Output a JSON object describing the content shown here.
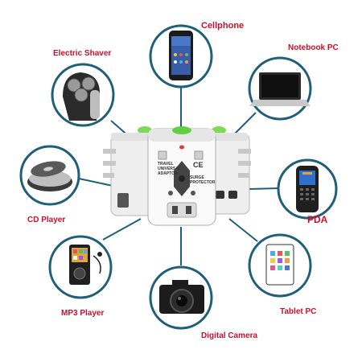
{
  "theme": {
    "accent_color": "#1f5f78",
    "label_color": "#c8102e"
  },
  "product": {
    "lines": [
      "TRAVEL",
      "UNIVERSAL",
      "ADAPTOR"
    ],
    "right_lines": [
      "SURGE",
      "PROTECTOR"
    ],
    "ce_mark": "CE"
  },
  "devices": [
    {
      "key": "cellphone",
      "label": "Cellphone",
      "icon": "smartphone-icon"
    },
    {
      "key": "notebook",
      "label": "Notebook PC",
      "icon": "laptop-icon"
    },
    {
      "key": "shaver",
      "label": "Electric Shaver",
      "icon": "electric-shaver-icon"
    },
    {
      "key": "cdplayer",
      "label": "CD Player",
      "icon": "cd-player-icon"
    },
    {
      "key": "pda",
      "label": "PDA",
      "icon": "pda-icon"
    },
    {
      "key": "mp3",
      "label": "MP3 Player",
      "icon": "mp3-player-icon"
    },
    {
      "key": "tablet",
      "label": "Tablet PC",
      "icon": "tablet-icon"
    },
    {
      "key": "camera",
      "label": "Digital Camera",
      "icon": "camera-icon"
    }
  ]
}
